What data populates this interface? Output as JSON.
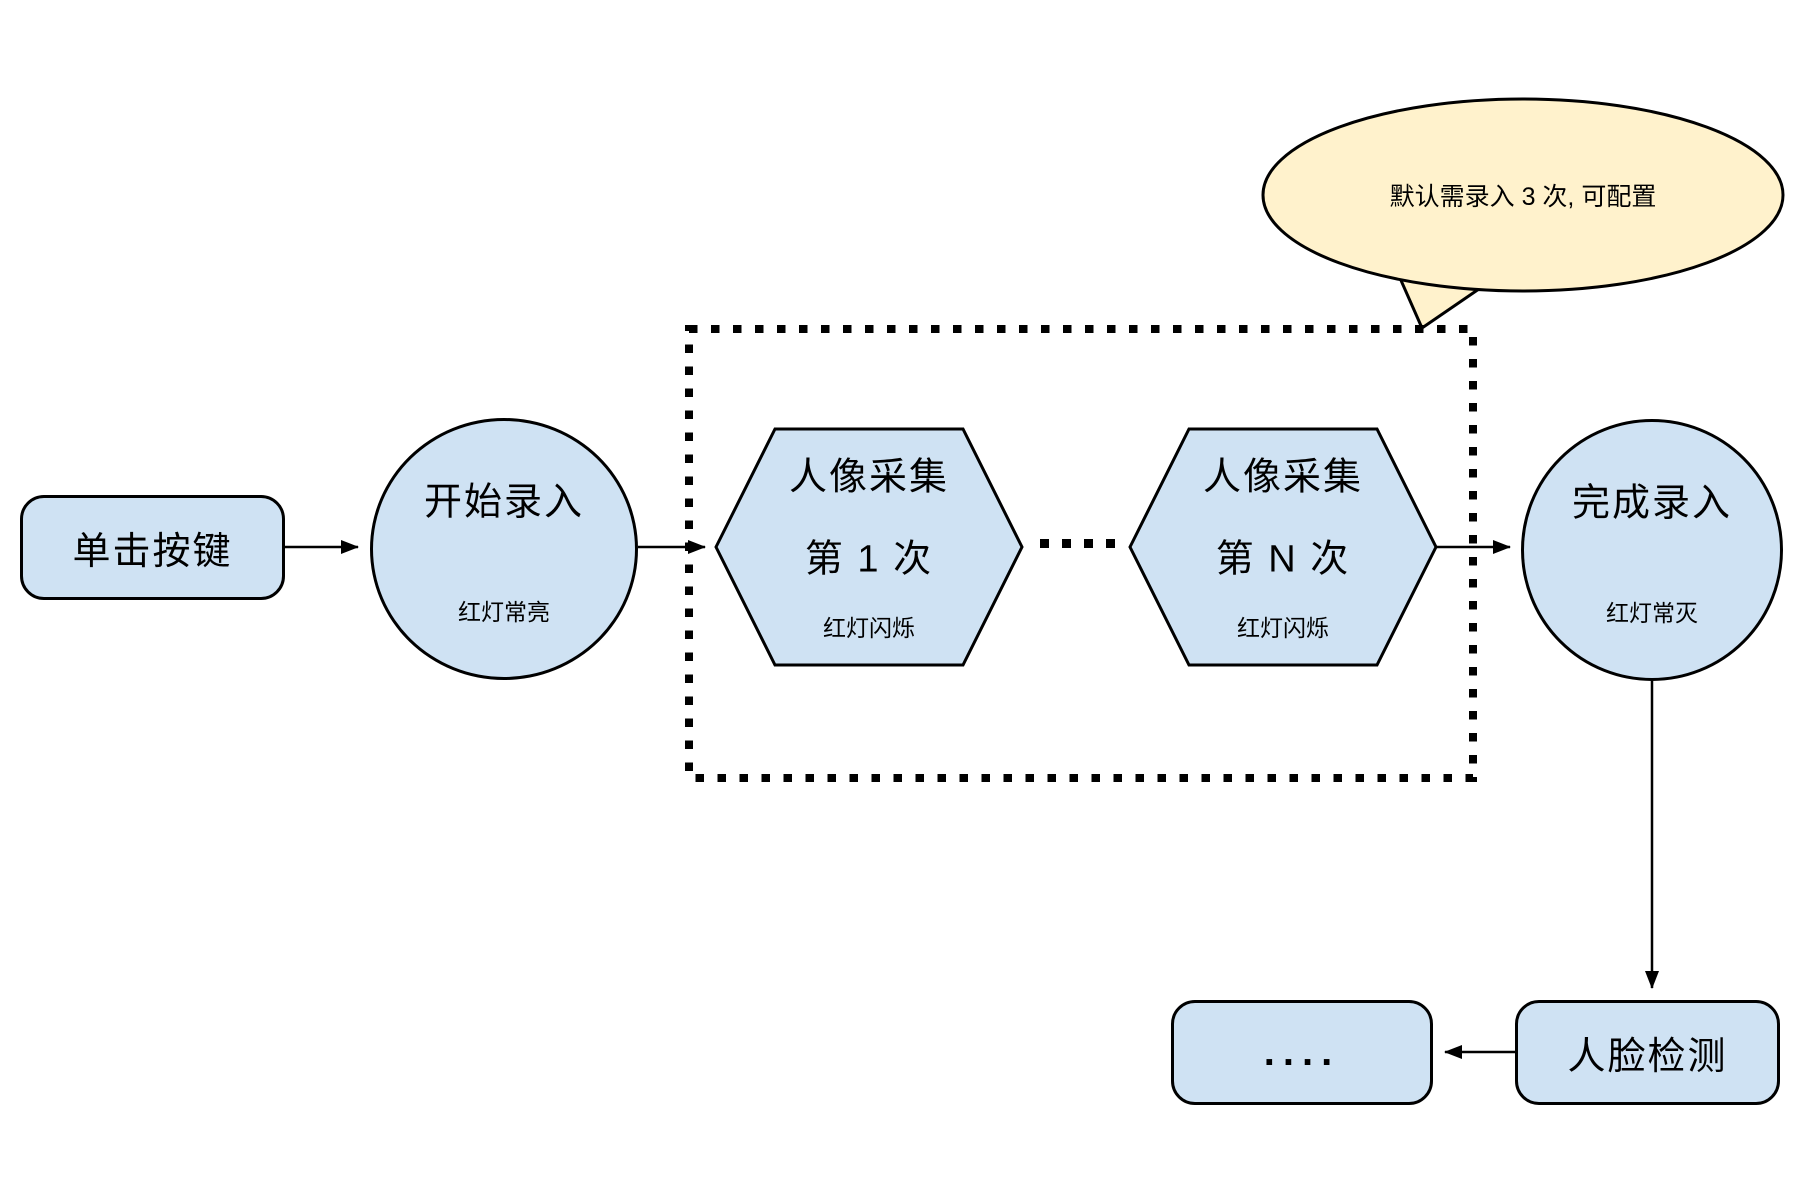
{
  "colors": {
    "node_fill": "#cfe2f3",
    "node_border": "#000000",
    "callout_fill": "#fff2cc",
    "line_color": "#000000",
    "text_color": "#000000",
    "bg": "#ffffff"
  },
  "nodes": {
    "click_button": {
      "label": "单击按键"
    },
    "start_capture": {
      "label": "开始录入",
      "sublabel": "红灯常亮"
    },
    "capture_first": {
      "label": "人像采集",
      "label_line2": "第 1 次",
      "sublabel": "红灯闪烁"
    },
    "capture_nth": {
      "label": "人像采集",
      "label_line2": "第 N 次",
      "sublabel": "红灯闪烁"
    },
    "finish_capture": {
      "label": "完成录入",
      "sublabel": "红灯常灭"
    },
    "face_detection": {
      "label": "人脸检测"
    },
    "continuation": {
      "label": "...."
    }
  },
  "callout": {
    "text": "默认需录入 3 次, 可配置"
  },
  "group_box": {
    "style": "dotted",
    "label": ""
  },
  "connector_ellipsis_dots": 4
}
